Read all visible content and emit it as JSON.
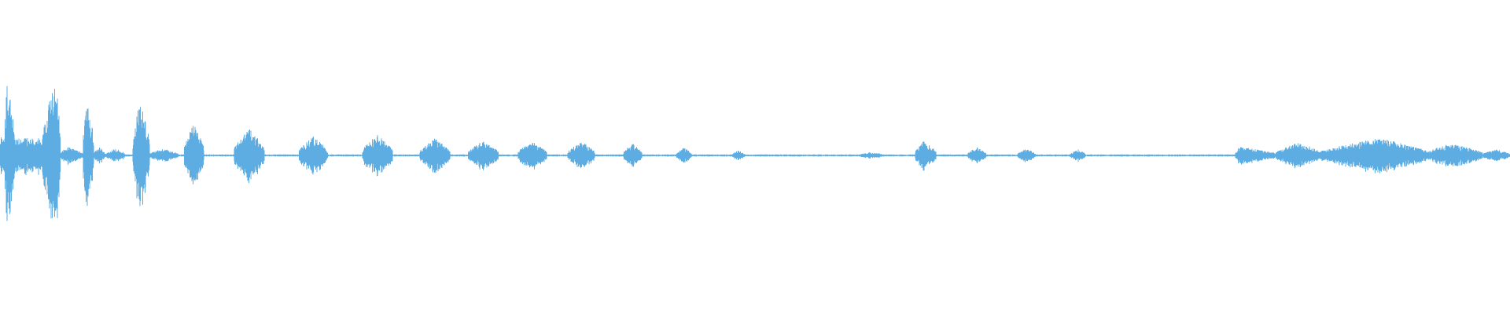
{
  "waveform": {
    "color": "#5dade2",
    "background": "#ffffff",
    "segments": [
      {
        "start": 0.0,
        "end": 0.003,
        "amp": 0.22,
        "peak": 0.05,
        "shape": "hold"
      },
      {
        "start": 0.003,
        "end": 0.01,
        "amp": 0.9,
        "peak": 0.25,
        "shape": "burst"
      },
      {
        "start": 0.01,
        "end": 0.028,
        "amp": 0.2,
        "peak": 0.3,
        "shape": "hold"
      },
      {
        "start": 0.028,
        "end": 0.04,
        "amp": 0.9,
        "peak": 0.75,
        "shape": "burst"
      },
      {
        "start": 0.04,
        "end": 0.055,
        "amp": 0.1,
        "peak": 0.3,
        "shape": "burst"
      },
      {
        "start": 0.055,
        "end": 0.062,
        "amp": 0.7,
        "peak": 0.4,
        "shape": "burst"
      },
      {
        "start": 0.062,
        "end": 0.07,
        "amp": 0.1,
        "peak": 0.5,
        "shape": "burst"
      },
      {
        "start": 0.07,
        "end": 0.083,
        "amp": 0.08,
        "peak": 0.5,
        "shape": "burst"
      },
      {
        "start": 0.088,
        "end": 0.099,
        "amp": 0.65,
        "peak": 0.45,
        "shape": "burst"
      },
      {
        "start": 0.099,
        "end": 0.118,
        "amp": 0.08,
        "peak": 0.5,
        "shape": "burst"
      },
      {
        "start": 0.122,
        "end": 0.135,
        "amp": 0.37,
        "peak": 0.5,
        "shape": "burst"
      },
      {
        "start": 0.155,
        "end": 0.175,
        "amp": 0.31,
        "peak": 0.5,
        "shape": "burst"
      },
      {
        "start": 0.198,
        "end": 0.217,
        "amp": 0.22,
        "peak": 0.5,
        "shape": "burst"
      },
      {
        "start": 0.24,
        "end": 0.26,
        "amp": 0.24,
        "peak": 0.5,
        "shape": "burst"
      },
      {
        "start": 0.278,
        "end": 0.298,
        "amp": 0.2,
        "peak": 0.5,
        "shape": "burst"
      },
      {
        "start": 0.31,
        "end": 0.33,
        "amp": 0.17,
        "peak": 0.5,
        "shape": "burst"
      },
      {
        "start": 0.343,
        "end": 0.362,
        "amp": 0.16,
        "peak": 0.5,
        "shape": "burst"
      },
      {
        "start": 0.376,
        "end": 0.394,
        "amp": 0.16,
        "peak": 0.5,
        "shape": "burst"
      },
      {
        "start": 0.413,
        "end": 0.425,
        "amp": 0.14,
        "peak": 0.5,
        "shape": "burst"
      },
      {
        "start": 0.448,
        "end": 0.458,
        "amp": 0.09,
        "peak": 0.5,
        "shape": "burst"
      },
      {
        "start": 0.485,
        "end": 0.493,
        "amp": 0.06,
        "peak": 0.5,
        "shape": "burst"
      },
      {
        "start": 0.569,
        "end": 0.585,
        "amp": 0.04,
        "peak": 0.5,
        "shape": "burst"
      },
      {
        "start": 0.606,
        "end": 0.62,
        "amp": 0.17,
        "peak": 0.4,
        "shape": "burst"
      },
      {
        "start": 0.641,
        "end": 0.653,
        "amp": 0.1,
        "peak": 0.5,
        "shape": "burst"
      },
      {
        "start": 0.674,
        "end": 0.686,
        "amp": 0.08,
        "peak": 0.5,
        "shape": "burst"
      },
      {
        "start": 0.709,
        "end": 0.719,
        "amp": 0.07,
        "peak": 0.5,
        "shape": "burst"
      },
      {
        "start": 0.818,
        "end": 0.845,
        "amp": 0.1,
        "peak": 0.1,
        "shape": "burst"
      },
      {
        "start": 0.845,
        "end": 0.875,
        "amp": 0.15,
        "peak": 0.5,
        "shape": "burst"
      },
      {
        "start": 0.875,
        "end": 0.945,
        "amp": 0.2,
        "peak": 0.55,
        "shape": "burst"
      },
      {
        "start": 0.945,
        "end": 0.982,
        "amp": 0.14,
        "peak": 0.4,
        "shape": "burst"
      },
      {
        "start": 0.982,
        "end": 1.0,
        "amp": 0.07,
        "peak": 0.5,
        "shape": "burst"
      }
    ],
    "baseline_amp": 0.012
  }
}
